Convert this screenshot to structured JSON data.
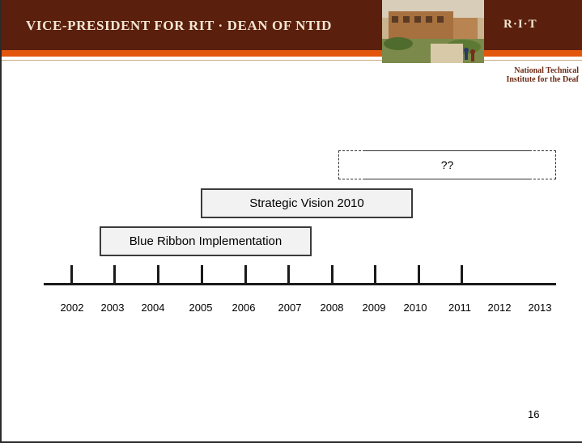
{
  "header": {
    "title": "VICE-PRESIDENT FOR RIT · DEAN OF NTID",
    "rit_logo": "R·I·T",
    "ntid_line1": "National Technical",
    "ntid_line2": "Institute for the Deaf"
  },
  "timeline": {
    "boxes": {
      "future": "??",
      "strategic_vision": "Strategic Vision 2010",
      "blue_ribbon": "Blue Ribbon Implementation"
    },
    "years": [
      "2002",
      "2003",
      "2004",
      "2005",
      "2006",
      "2007",
      "2008",
      "2009",
      "2010",
      "2011",
      "2012",
      "2013"
    ]
  },
  "page_number": "16",
  "colors": {
    "header_dark": "#5a1f0d",
    "header_accent": "#e2560d",
    "box_fill": "#f2f2f2"
  }
}
